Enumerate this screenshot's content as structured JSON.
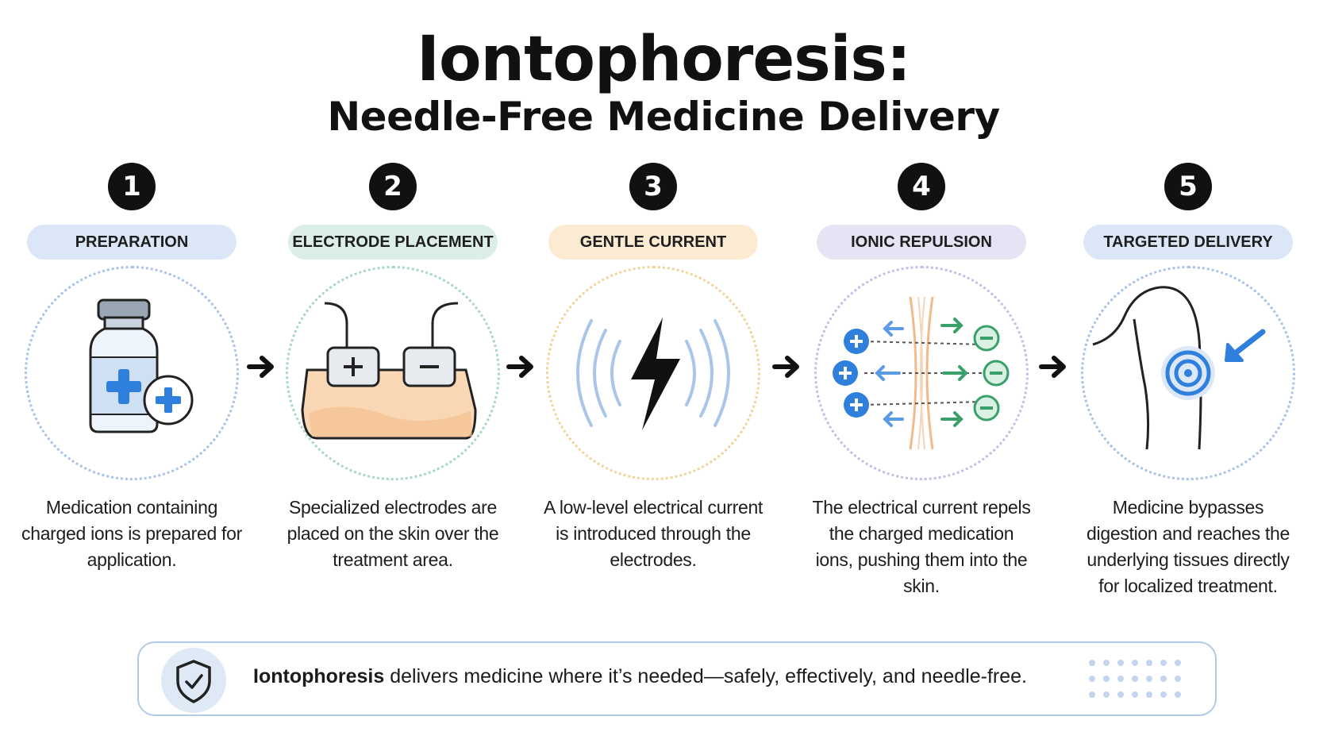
{
  "title": "Iontophoresis:",
  "subtitle": "Needle-Free Medicine Delivery",
  "steps": [
    {
      "number": "1",
      "label": "PREPARATION",
      "pill_color": "#dbe7f6",
      "ring_color": "#a8c3e6",
      "description": "Medication containing charged ions is prepared for application.",
      "icon": "medication-vial-icon"
    },
    {
      "number": "2",
      "label": "ELECTRODE PLACEMENT",
      "pill_color": "#dcefe6",
      "ring_color": "#a8d8c4",
      "description": "Specialized electrodes are placed on the skin over the treatment area.",
      "icon": "electrodes-on-skin-icon"
    },
    {
      "number": "3",
      "label": "GENTLE CURRENT",
      "pill_color": "#fcebd2",
      "ring_color": "#f1d49a",
      "description": "A low-level electrical current is introduced through the electrodes.",
      "icon": "lightning-bolt-icon"
    },
    {
      "number": "4",
      "label": "IONIC REPULSION",
      "pill_color": "#e7e3f5",
      "ring_color": "#c6bde6",
      "description": "The electrical current repels the charged medication ions, pushing them into the skin.",
      "icon": "ion-repulsion-icon"
    },
    {
      "number": "5",
      "label": "TARGETED DELIVERY",
      "pill_color": "#dbe7f6",
      "ring_color": "#a8c3e6",
      "description": "Medicine bypasses digestion and reaches the underlying tissues directly for localized treatment.",
      "icon": "shoulder-target-icon"
    }
  ],
  "banner": {
    "bold": "Iontophoresis",
    "text": " delivers medicine where it’s needed—safely, effectively, and needle-free.",
    "icon": "shield-check-icon"
  },
  "colors": {
    "accent_blue": "#2f7fdc",
    "green": "#3aa06a",
    "orange": "#f2c89a",
    "dark": "#111111"
  }
}
